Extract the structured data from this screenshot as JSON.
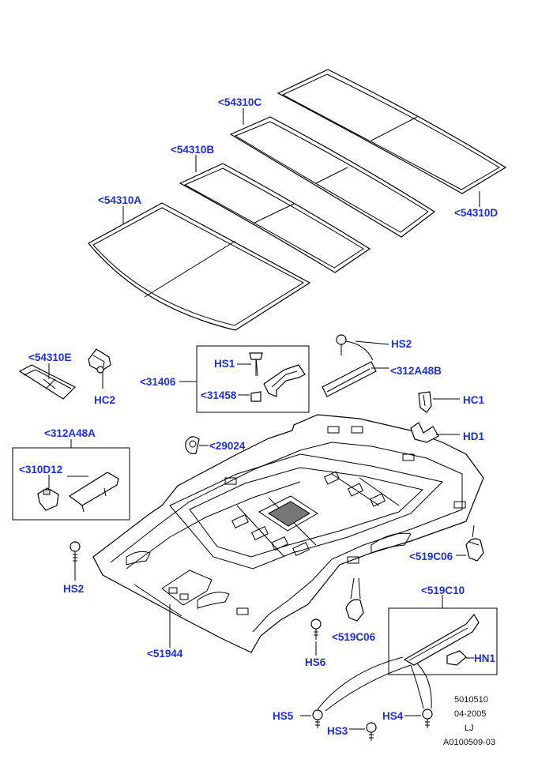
{
  "labels": {
    "l54310C": "<54310C",
    "l54310B": "<54310B",
    "l54310A": "<54310A",
    "l54310D": "<54310D",
    "l54310E": "<54310E",
    "lHC2": "HC2",
    "lHS1": "HS1",
    "l31406": "<31406",
    "l31458": "<31458",
    "lHS2top": "HS2",
    "l312A48B": "<312A48B",
    "lHC1": "HC1",
    "lHD1": "HD1",
    "l29024": "<29024",
    "l312A48A": "<312A48A",
    "l310D12": "<310D12",
    "lHS2left": "HS2",
    "l519C06a": "<519C06",
    "l519C10": "<519C10",
    "l519C06b": "<519C06",
    "lHN1": "HN1",
    "l51944": "<51944",
    "lHS6": "HS6",
    "lHS5": "HS5",
    "lHS4": "HS4",
    "lHS3": "HS3"
  },
  "info": {
    "num": "5010510",
    "date": "04-2005",
    "initials": "LJ",
    "ref": "A0100509-03"
  },
  "colors": {
    "label": "#1d2fd6",
    "line": "#000000",
    "fill": "#d9d9d9"
  }
}
